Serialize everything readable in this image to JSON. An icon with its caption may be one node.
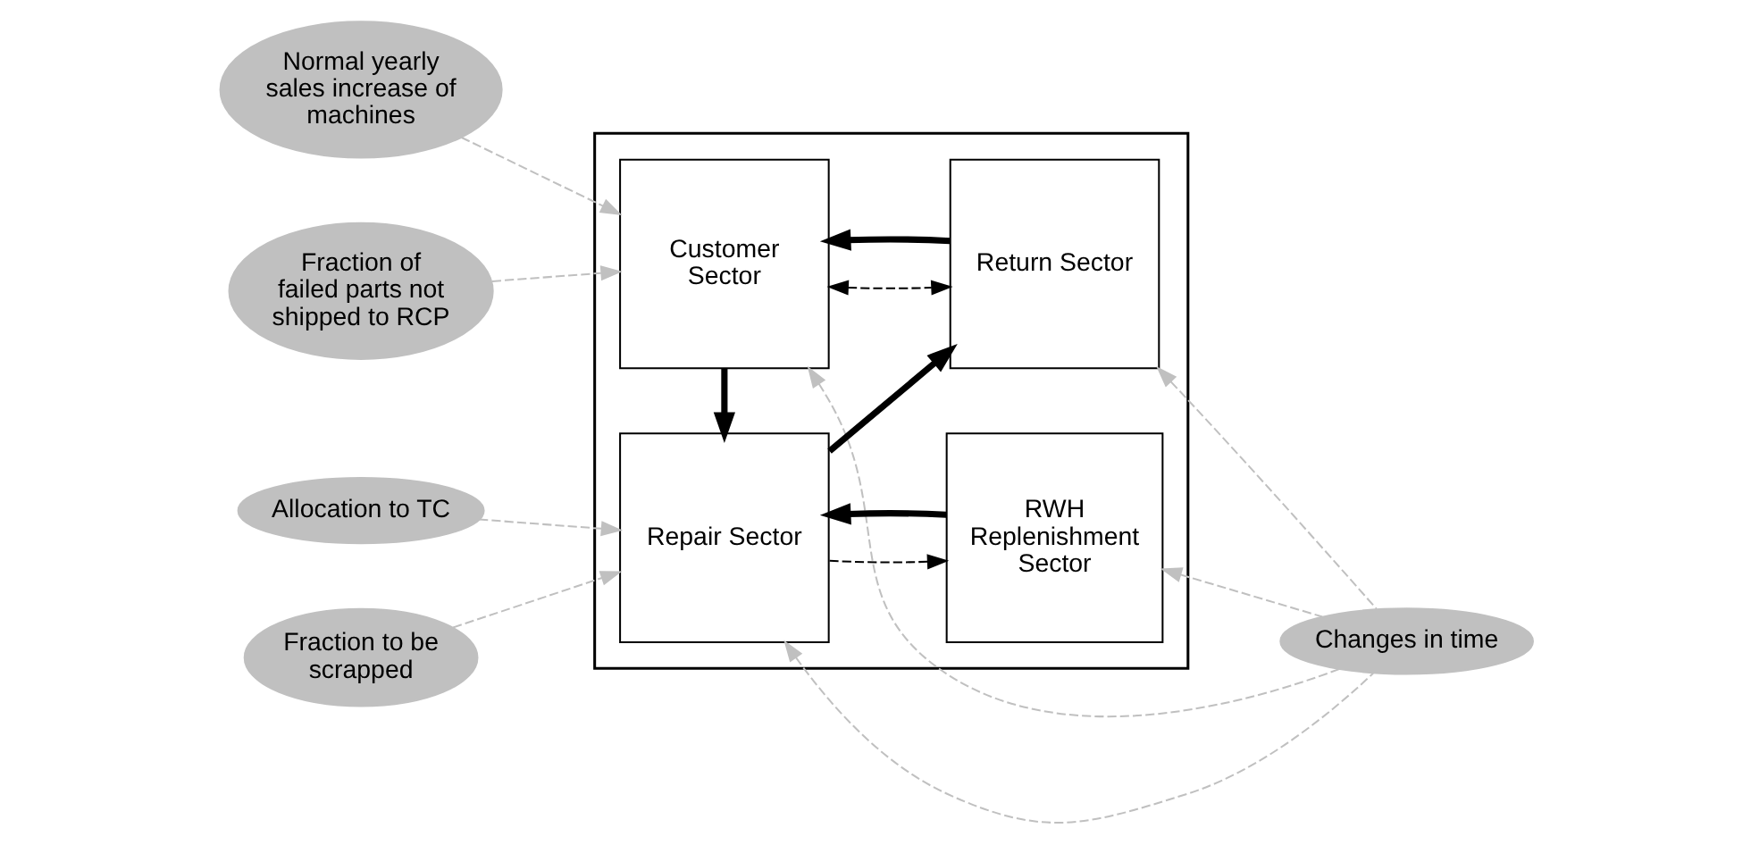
{
  "diagram": {
    "nodes": [
      {
        "text": [],
        "shape": "box"
      },
      {
        "text": [
          "Customer Sector"
        ],
        "in": 0
      },
      {
        "text": [
          "Return Sector"
        ],
        "in": 0
      },
      {
        "text": [
          "Repair Sector"
        ],
        "in": 0
      },
      {
        "text": [
          "RWH Replenishment Sector"
        ],
        "in": 0
      },
      {
        "text": [
          "Normal yearly sales increase of machines"
        ]
      },
      {
        "text": [
          "Fraction of failed parts not shipped to RCP"
        ]
      },
      {
        "text": [
          "Allocation to TC"
        ]
      },
      {
        "text": [
          "Fraction to be scrapped"
        ]
      },
      {
        "text": [
          "Changes in time"
        ]
      }
    ],
    "edges": [
      {
        "from": 5,
        "to": 1,
        "arrow": "to",
        "style": "dashed"
      },
      {
        "from": 6,
        "to": 1,
        "arrow": "to",
        "style": "dashed"
      },
      {
        "from": 7,
        "to": 3,
        "arrow": "to",
        "style": "dashed"
      },
      {
        "from": 8,
        "to": 3,
        "arrow": "to",
        "style": "dashed"
      },
      {
        "from": 1,
        "to": 2,
        "arrow": "both",
        "style": "dashed",
        "color": "#000000"
      },
      {
        "from": 2,
        "to": 1,
        "arrow": "to",
        "style": "thick",
        "color": "#000000"
      },
      {
        "from": 1,
        "to": 3,
        "arrow": "to",
        "style": "thick",
        "color": "#000000"
      },
      {
        "from": 3,
        "to": 2,
        "arrow": "to",
        "style": "thick",
        "color": "#000000"
      },
      {
        "from": 3,
        "to": 4,
        "arrow": "to",
        "style": "dashed",
        "color": "#000000"
      },
      {
        "from": 4,
        "to": 3,
        "arrow": "to",
        "style": "thick",
        "color": "#000000"
      },
      {
        "from": 9,
        "to": 2,
        "arrow": "to",
        "style": "dashed"
      },
      {
        "from": 9,
        "to": 1,
        "arrow": "to",
        "style": "dashed"
      },
      {
        "from": 9,
        "to": 3,
        "arrow": "to",
        "style": "dashed"
      },
      {
        "from": 9,
        "to": 4,
        "arrow": "to",
        "style": "dashed"
      }
    ]
  }
}
